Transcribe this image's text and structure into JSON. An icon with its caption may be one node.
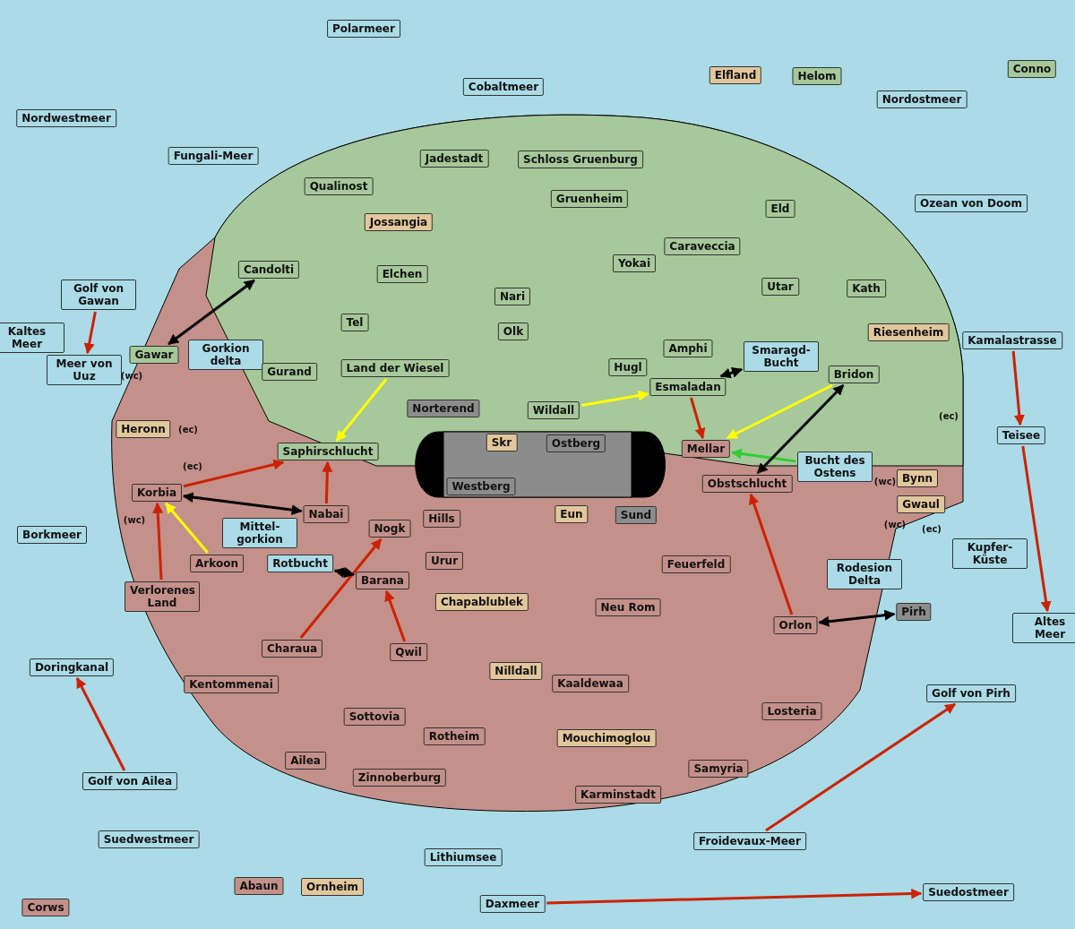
{
  "diagram": {
    "nodes": [
      {
        "text": [
          "Polarmeer"
        ]
      },
      {
        "text": [
          "Elfland"
        ]
      },
      {
        "text": [
          "Helom"
        ]
      },
      {
        "text": [
          "Conno"
        ]
      },
      {
        "text": [
          "Cobaltmeer"
        ]
      },
      {
        "text": [
          "Nordwestmeer"
        ]
      },
      {
        "text": [
          "Nordostmeer"
        ]
      },
      {
        "text": [
          "Fungali-Meer"
        ]
      },
      {
        "text": [
          "Jadestadt"
        ]
      },
      {
        "text": [
          "Schloss Gruenburg"
        ]
      },
      {
        "text": [
          "Qualinost"
        ]
      },
      {
        "text": [
          "Gruenheim"
        ]
      },
      {
        "text": [
          "Ozean von Doom"
        ]
      },
      {
        "text": [
          "Eld"
        ]
      },
      {
        "text": [
          "Jossangia"
        ]
      },
      {
        "text": [
          "Caraveccia"
        ]
      },
      {
        "text": [
          "Yokai"
        ]
      },
      {
        "text": [
          "Candolti"
        ]
      },
      {
        "text": [
          "Elchen"
        ]
      },
      {
        "text": [
          "Utar"
        ]
      },
      {
        "text": [
          "Kath"
        ]
      },
      {
        "text": [
          "Golf von Gawan"
        ]
      },
      {
        "text": [
          "Nari"
        ]
      },
      {
        "text": [
          "Tel"
        ]
      },
      {
        "text": [
          "Olk"
        ]
      },
      {
        "text": [
          "Riesenheim"
        ]
      },
      {
        "text": [
          "Kaltes Meer"
        ]
      },
      {
        "text": [
          "Kamalastrasse"
        ]
      },
      {
        "text": [
          "Amphi"
        ]
      },
      {
        "text": [
          "Gawar"
        ]
      },
      {
        "text": [
          "Gorkion delta"
        ]
      },
      {
        "text": [
          "Meer von Uuz"
        ]
      },
      {
        "text": [
          "Land der Wiesel"
        ]
      },
      {
        "text": [
          "Hugl"
        ]
      },
      {
        "text": [
          "Gurand"
        ]
      },
      {
        "text": [
          "Smaragd-Bucht"
        ]
      },
      {
        "text": [
          "Bridon"
        ]
      },
      {
        "text": [
          "Esmaladan"
        ]
      },
      {
        "text": [
          "Norterend"
        ]
      },
      {
        "text": [
          "Wildall"
        ]
      },
      {
        "text": [
          "Heronn"
        ]
      },
      {
        "text": [
          "Teisee"
        ]
      },
      {
        "text": [
          "Skr"
        ]
      },
      {
        "text": [
          "Ostberg"
        ]
      },
      {
        "text": [
          "Mellar"
        ]
      },
      {
        "text": [
          "Saphirschlucht"
        ]
      },
      {
        "text": [
          "Mittel-gorkion"
        ]
      },
      {
        "text": [
          "Bucht des Ostens"
        ]
      },
      {
        "text": [
          "Bynn"
        ]
      },
      {
        "text": [
          "Obstschlucht"
        ]
      },
      {
        "text": [
          "Westberg"
        ]
      },
      {
        "text": [
          "Korbia"
        ]
      },
      {
        "text": [
          "Gwaul"
        ]
      },
      {
        "text": [
          "Nabai"
        ]
      },
      {
        "text": [
          "Eun"
        ]
      },
      {
        "text": [
          "Sund"
        ]
      },
      {
        "text": [
          "Hills"
        ]
      },
      {
        "text": [
          "Nogk"
        ]
      },
      {
        "text": [
          "Borkmeer"
        ]
      },
      {
        "text": [
          "Kupfer-Küste"
        ]
      },
      {
        "text": [
          "Arkoon"
        ]
      },
      {
        "text": [
          "Urur"
        ]
      },
      {
        "text": [
          "Rotbucht"
        ]
      },
      {
        "text": [
          "Feuerfeld"
        ]
      },
      {
        "text": [
          "Rodesion Delta"
        ]
      },
      {
        "text": [
          "Barana"
        ]
      },
      {
        "text": [
          "Verlorenes Land"
        ]
      },
      {
        "text": [
          "Chapablublek"
        ]
      },
      {
        "text": [
          "Neu Rom"
        ]
      },
      {
        "text": [
          "Pirh"
        ]
      },
      {
        "text": [
          "Orlon"
        ]
      },
      {
        "text": [
          "Altes Meer"
        ]
      },
      {
        "text": [
          "Charaua"
        ]
      },
      {
        "text": [
          "Qwil"
        ]
      },
      {
        "text": [
          "Doringkanal"
        ]
      },
      {
        "text": [
          "Nilldall"
        ]
      },
      {
        "text": [
          "Kentommenai"
        ]
      },
      {
        "text": [
          "Kaaldewaa"
        ]
      },
      {
        "text": [
          "Golf von Pirh"
        ]
      },
      {
        "text": [
          "Losteria"
        ]
      },
      {
        "text": [
          "Sottovia"
        ]
      },
      {
        "text": [
          "Rotheim"
        ]
      },
      {
        "text": [
          "Mouchimoglou"
        ]
      },
      {
        "text": [
          "Ailea"
        ]
      },
      {
        "text": [
          "Samyria"
        ]
      },
      {
        "text": [
          "Zinnoberburg"
        ]
      },
      {
        "text": [
          "Golf von Ailea"
        ]
      },
      {
        "text": [
          "Karminstadt"
        ]
      },
      {
        "text": [
          "Suedwestmeer"
        ]
      },
      {
        "text": [
          "Froidevaux-Meer"
        ]
      },
      {
        "text": [
          "Lithiumsee"
        ]
      },
      {
        "text": [
          "Abaun"
        ]
      },
      {
        "text": [
          "Ornheim"
        ]
      },
      {
        "text": [
          "Suedostmeer"
        ]
      },
      {
        "text": [
          "Daxmeer"
        ]
      },
      {
        "text": [
          "Corws"
        ]
      }
    ],
    "edges": [
      {
        "from": 21,
        "to": 31,
        "arrow": "to"
      },
      {
        "from": 27,
        "to": 41,
        "arrow": "to"
      },
      {
        "from": 41,
        "to": 71,
        "arrow": "to"
      },
      {
        "from": 51,
        "to": 45,
        "arrow": "to"
      },
      {
        "from": 66,
        "to": 51,
        "arrow": "to"
      },
      {
        "from": 53,
        "to": 45,
        "arrow": "to"
      },
      {
        "from": 72,
        "to": 57,
        "arrow": "to"
      },
      {
        "from": 73,
        "to": 65,
        "arrow": "to"
      },
      {
        "from": 70,
        "to": 49,
        "arrow": "to"
      },
      {
        "from": 37,
        "to": 44,
        "arrow": "to"
      },
      {
        "from": 86,
        "to": 74,
        "arrow": "to"
      },
      {
        "from": 89,
        "to": 78,
        "arrow": "to"
      },
      {
        "from": 94,
        "to": 93,
        "arrow": "to"
      },
      {
        "from": 32,
        "to": 45,
        "arrow": "to",
        "color": "#ffff00"
      },
      {
        "from": 60,
        "to": 51,
        "arrow": "to",
        "color": "#ffff00"
      },
      {
        "from": 39,
        "to": 37,
        "arrow": "to",
        "color": "#ffff00"
      },
      {
        "from": 36,
        "to": 44,
        "arrow": "to",
        "color": "#ffff00"
      },
      {
        "from": 47,
        "to": 44,
        "arrow": "to",
        "color": "#33cc33"
      },
      {
        "from": 29,
        "to": 17,
        "arrow": "both",
        "color": "#000000"
      },
      {
        "from": 51,
        "to": 53,
        "arrow": "both",
        "color": "#000000"
      },
      {
        "from": 62,
        "to": 65,
        "arrow": "both",
        "color": "#000000"
      },
      {
        "from": 37,
        "to": 35,
        "arrow": "both",
        "color": "#000000"
      },
      {
        "from": 49,
        "to": 36,
        "arrow": "both",
        "color": "#000000"
      },
      {
        "from": 70,
        "to": 69,
        "arrow": "both",
        "color": "#000000"
      }
    ],
    "labels": [
      "(wc)",
      "(ec)",
      "(ec)",
      "(wc)",
      "(ec)",
      "(wc)",
      "(wc)",
      "(ec)"
    ]
  }
}
